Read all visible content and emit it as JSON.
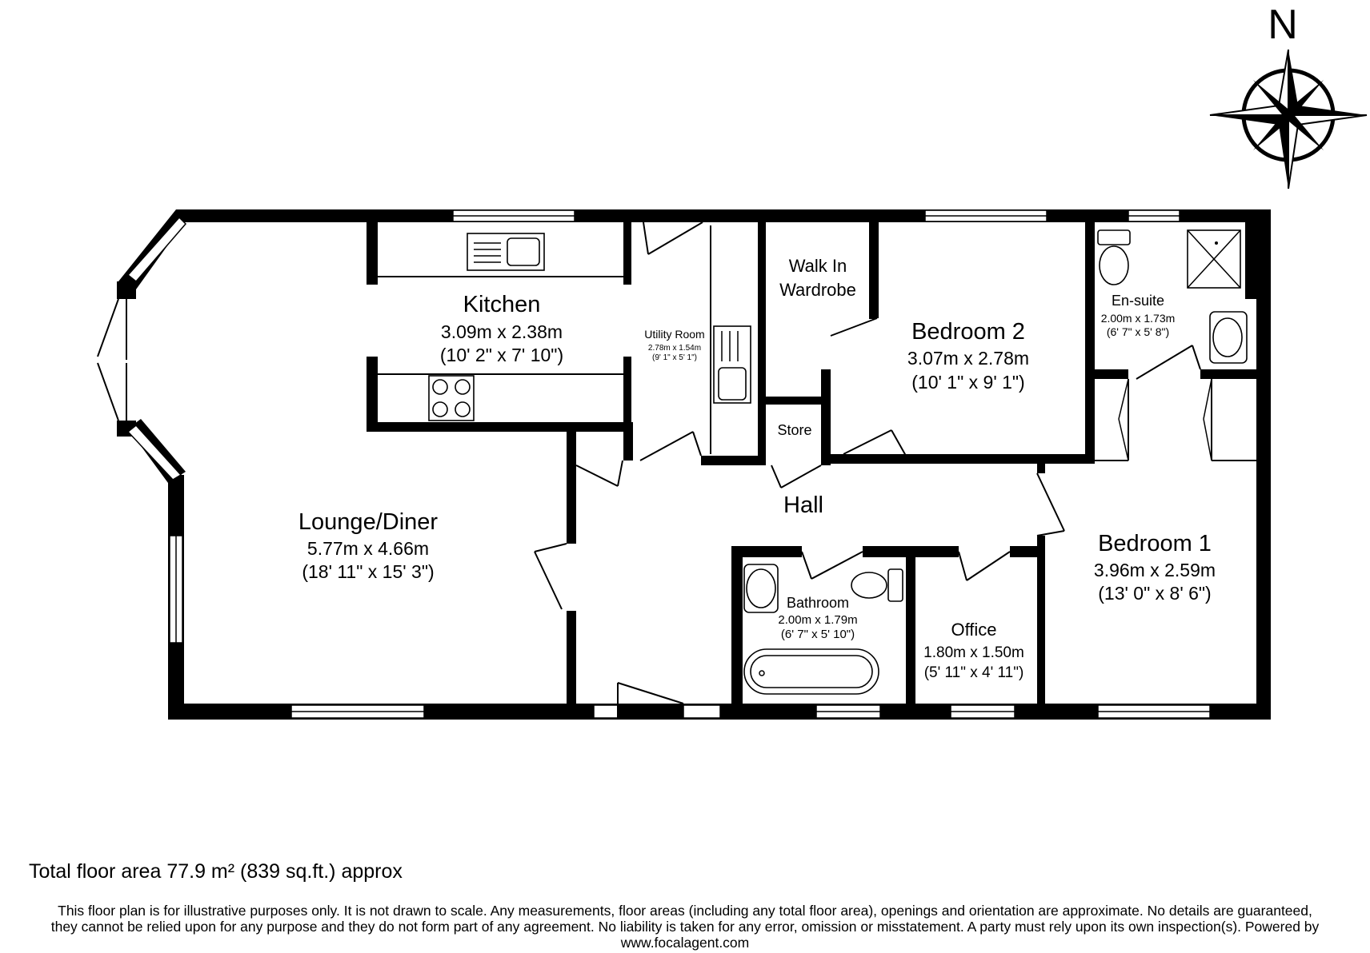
{
  "compass": {
    "north_label": "N"
  },
  "rooms": {
    "kitchen": {
      "name": "Kitchen",
      "metric": "3.09m x 2.38m",
      "imperial": "(10' 2\" x 7' 10\")"
    },
    "utility": {
      "name": "Utility Room",
      "metric": "2.78m x 1.54m",
      "imperial": "(9' 1\" x 5' 1\")"
    },
    "walkin": {
      "name_line1": "Walk In",
      "name_line2": "Wardrobe"
    },
    "bedroom2": {
      "name": "Bedroom 2",
      "metric": "3.07m x 2.78m",
      "imperial": "(10' 1\" x 9' 1\")"
    },
    "ensuite": {
      "name": "En-suite",
      "metric": "2.00m x 1.73m",
      "imperial": "(6' 7\" x 5' 8\")"
    },
    "store": {
      "name": "Store"
    },
    "hall": {
      "name": "Hall"
    },
    "lounge": {
      "name": "Lounge/Diner",
      "metric": "5.77m x 4.66m",
      "imperial": "(18' 11\" x 15' 3\")"
    },
    "bathroom": {
      "name": "Bathroom",
      "metric": "2.00m x 1.79m",
      "imperial": "(6' 7\" x 5' 10\")"
    },
    "office": {
      "name": "Office",
      "metric": "1.80m x 1.50m",
      "imperial": "(5' 11\" x 4' 11\")"
    },
    "bedroom1": {
      "name": "Bedroom 1",
      "metric": "3.96m x 2.59m",
      "imperial": "(13' 0\" x 8' 6\")"
    }
  },
  "footer": {
    "total_area": "Total floor area 77.9 m² (839 sq.ft.) approx",
    "disclaimer_line1": "This floor plan is for illustrative purposes only. It is not drawn to scale. Any measurements, floor areas (including any total floor area), openings and orientation are approximate. No details are guaranteed,",
    "disclaimer_line2": "they cannot be relied upon for any purpose and they do not form part of any agreement. No liability is taken for any error, omission or misstatement. A party must rely upon its own inspection(s).  Powered by",
    "disclaimer_line3": "www.focalagent.com"
  }
}
